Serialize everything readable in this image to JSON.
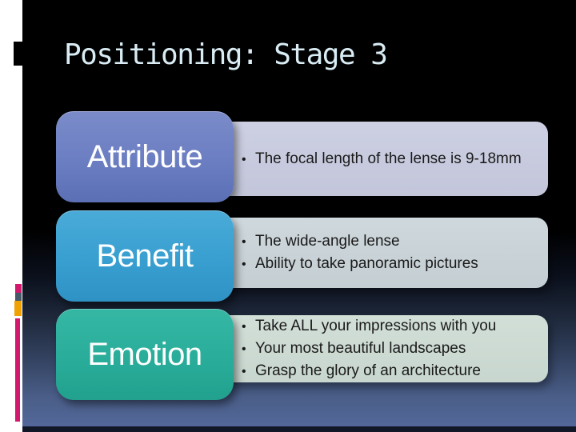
{
  "slide": {
    "title": "Positioning: Stage 3",
    "bullet_char": "•",
    "rows": [
      {
        "label": "Attribute",
        "bullets": [
          "The focal length of the lense is 9-18mm"
        ]
      },
      {
        "label": "Benefit",
        "bullets": [
          "The wide-angle lense",
          "Ability to take panoramic pictures"
        ]
      },
      {
        "label": "Emotion",
        "bullets": [
          "Take ALL your impressions with you",
          "Your most beautiful landscapes",
          "Grasp the glory of an architecture"
        ]
      }
    ],
    "colors": {
      "title_text": "#d9ecf4",
      "background_top": "#000000",
      "background_bottom": "#54689b",
      "sidebar_strip": "#ffffff",
      "strip_black_square": "#000000",
      "strip_pink": "#d3196e",
      "strip_slate": "#46596b",
      "strip_amber": "#f0a202",
      "attribute_shape": "#6b7ec2",
      "attribute_panel": "#c7cade",
      "benefit_shape": "#389fd0",
      "benefit_panel": "#c9d3d8",
      "emotion_shape": "#29ad9a",
      "emotion_panel": "#ccdad2"
    }
  }
}
